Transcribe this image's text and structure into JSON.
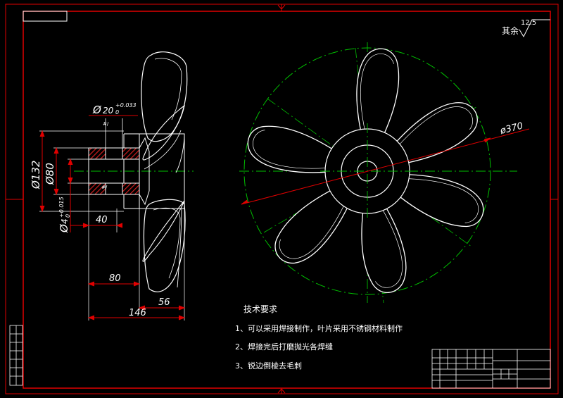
{
  "title_tab": "",
  "surface": {
    "roughness": "12.5",
    "label": "其余"
  },
  "front_view": {
    "diameter_label": "ø370"
  },
  "side_view": {
    "bore": {
      "symbol": "Ø",
      "value": "20",
      "tolerance_upper": "+0.033",
      "tolerance_lower": "0"
    },
    "d132": "Ø132",
    "d80": "Ø80",
    "d4": {
      "symbol": "Ø",
      "value": "4",
      "tolerance_upper": "+0.015",
      "tolerance_lower": "0"
    },
    "len40": "40",
    "len80": "80",
    "len56": "56",
    "len146": "146"
  },
  "tech_requirements": {
    "heading": "技术要求",
    "items": [
      "1、可以采用焊接制作，叶片采用不锈钢材料制作",
      "2、焊接完后打磨抛光各焊缝",
      "3、锐边倒棱去毛刺"
    ]
  },
  "colors": {
    "frame": "#e00000",
    "line": "#ffffff",
    "center": "#00c000",
    "dim": "#e00000"
  }
}
